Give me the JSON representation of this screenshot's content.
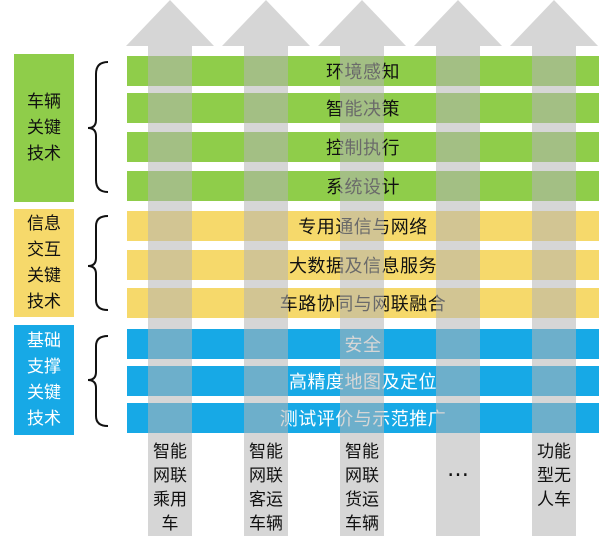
{
  "side_groups": [
    {
      "label": "车辆\n关键\n技术",
      "color": "#8fcd4a"
    },
    {
      "label": "信息\n交互\n关键\n技术",
      "color": "#f6d96b"
    },
    {
      "label": "基础\n支撑\n关键\n技术",
      "color": "#17a9e6"
    }
  ],
  "bands": [
    {
      "label": "环境感知"
    },
    {
      "label": "智能决策"
    },
    {
      "label": "控制执行"
    },
    {
      "label": "系统设计"
    },
    {
      "label": "专用通信与网络"
    },
    {
      "label": "大数据及信息服务"
    },
    {
      "label": "车路协同与网联融合"
    },
    {
      "label": "安全"
    },
    {
      "label": "高精度地图及定位"
    },
    {
      "label": "测试评价与示范推广"
    }
  ],
  "vehicles": [
    {
      "label": "智能\n网联\n乘用\n车"
    },
    {
      "label": "智能\n网联\n客运\n车辆"
    },
    {
      "label": "智能\n网联\n货运\n车辆"
    },
    {
      "label": "…"
    },
    {
      "label": "功能\n型无\n人车"
    }
  ]
}
